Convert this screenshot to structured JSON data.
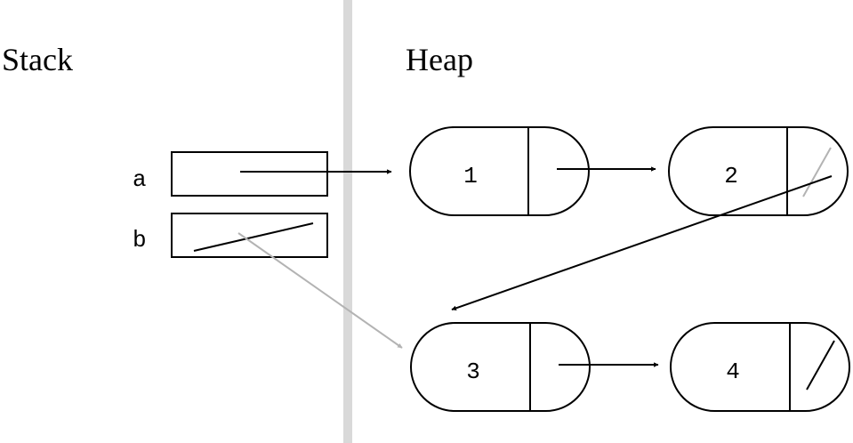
{
  "sections": {
    "stack_title": "Stack",
    "heap_title": "Heap"
  },
  "variables": [
    {
      "name": "a"
    },
    {
      "name": "b"
    }
  ],
  "nodes": [
    {
      "value": "1"
    },
    {
      "value": "2"
    },
    {
      "value": "3"
    },
    {
      "value": "4"
    }
  ],
  "colors": {
    "divider": "#d9d9d9",
    "ink": "#000000",
    "stale_pointer": "#b3b3b3"
  }
}
